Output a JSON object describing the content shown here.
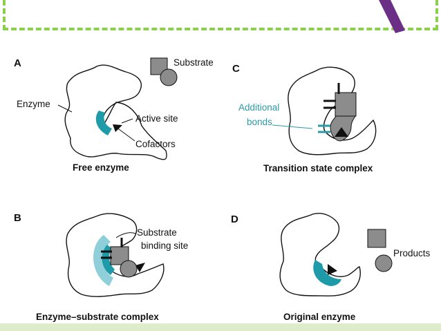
{
  "colors": {
    "frame": "#8ccf4d",
    "accent_purple": "#6b2f86",
    "teal": "#1f9aa8",
    "light_blue": "#8fcfd9",
    "shape_gray": "#8c8c8c"
  },
  "panels": {
    "a": {
      "letter": "A",
      "caption": "Free enzyme",
      "labels": {
        "enzyme": "Enzyme",
        "substrate": "Substrate",
        "active_site": "Active site",
        "cofactors": "Cofactors"
      }
    },
    "b": {
      "letter": "B",
      "caption": "Enzyme–substrate complex",
      "labels": {
        "binding_line1": "Substrate",
        "binding_line2": "binding site"
      }
    },
    "c": {
      "letter": "C",
      "caption": "Transition state complex",
      "labels": {
        "additional_line1": "Additional",
        "additional_line2": "bonds"
      }
    },
    "d": {
      "letter": "D",
      "caption": "Original enzyme",
      "labels": {
        "products": "Products"
      }
    }
  }
}
